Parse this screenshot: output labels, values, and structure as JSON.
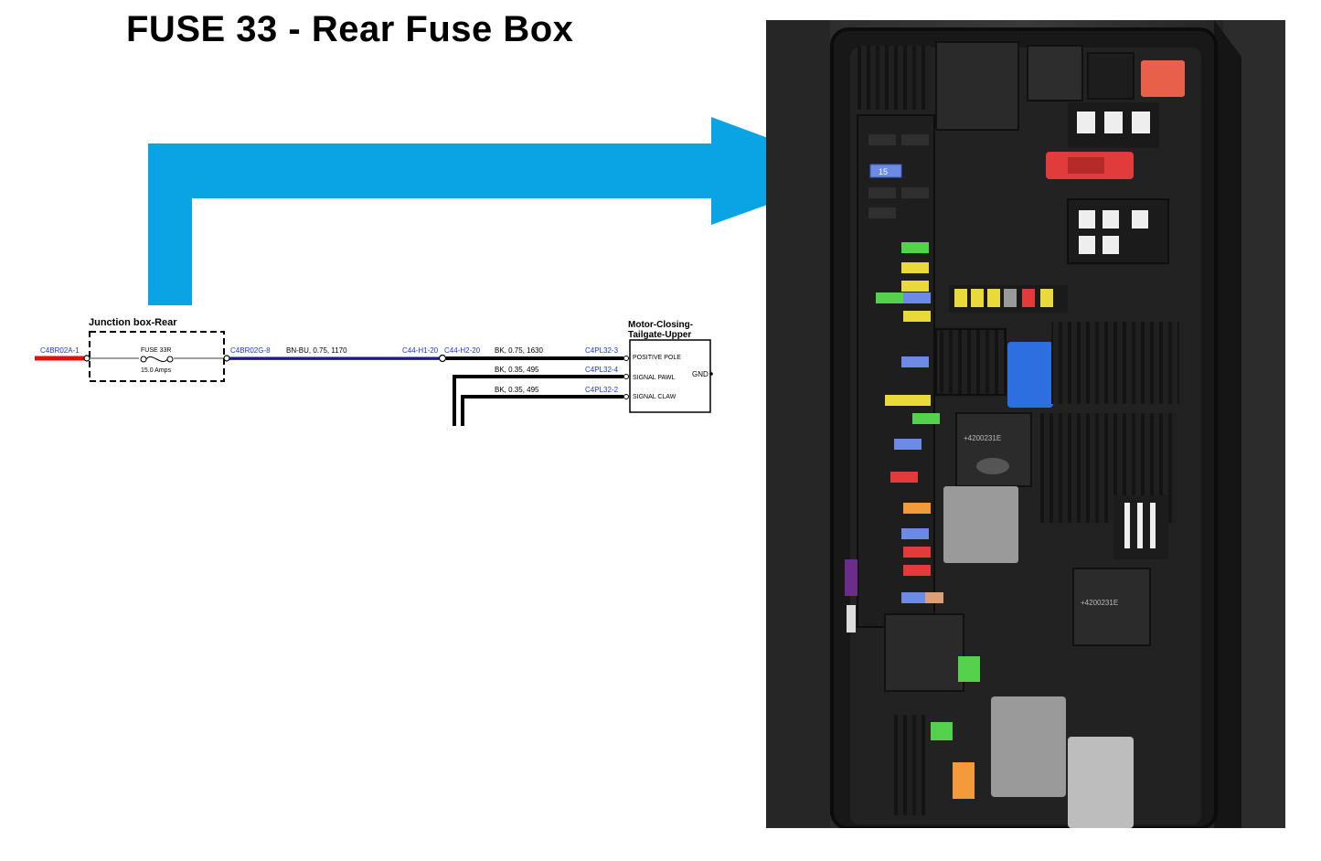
{
  "title": "FUSE 33 - Rear Fuse Box",
  "colors": {
    "arrow": "#0aa3e3",
    "wire_feed": "#e01010",
    "wire_bnbu": "#1a1a8a",
    "wire_bnbu_stripe": "#7a3a1a",
    "wire_bk": "#000000",
    "connector_text": "#1a3ad0"
  },
  "junction_box": {
    "title": "Junction box-Rear",
    "fuse_name": "FUSE 33R",
    "fuse_rating": "15.0 Amps"
  },
  "connectors": {
    "input": "C4BR02A-1",
    "output": "C4BR02G-8",
    "inline_h1": "C44-H1-20",
    "inline_h2": "C44-H2-20",
    "motor_pin_3": "C4PL32-3",
    "motor_pin_4": "C4PL32-4",
    "motor_pin_2": "C4PL32-2"
  },
  "wires": {
    "bnbu": "BN-BU,  0.75,  1170",
    "bk_power": "BK,  0.75,  1630",
    "bk_pawl": "BK,  0.35,  495",
    "bk_claw": "BK,  0.35,  495"
  },
  "motor": {
    "title_line1": "Motor-Closing-",
    "title_line2": "Tailgate-Upper",
    "positive_pole": "POSITIVE POLE",
    "signal_pawl": "SIGNAL PAWL",
    "signal_claw": "SIGNAL CLAW",
    "gnd": "GND"
  },
  "photo": {
    "fuse_highlight_label": "15",
    "relay_text_1": "+4200231E",
    "relay_text_2": "+4200231E"
  }
}
